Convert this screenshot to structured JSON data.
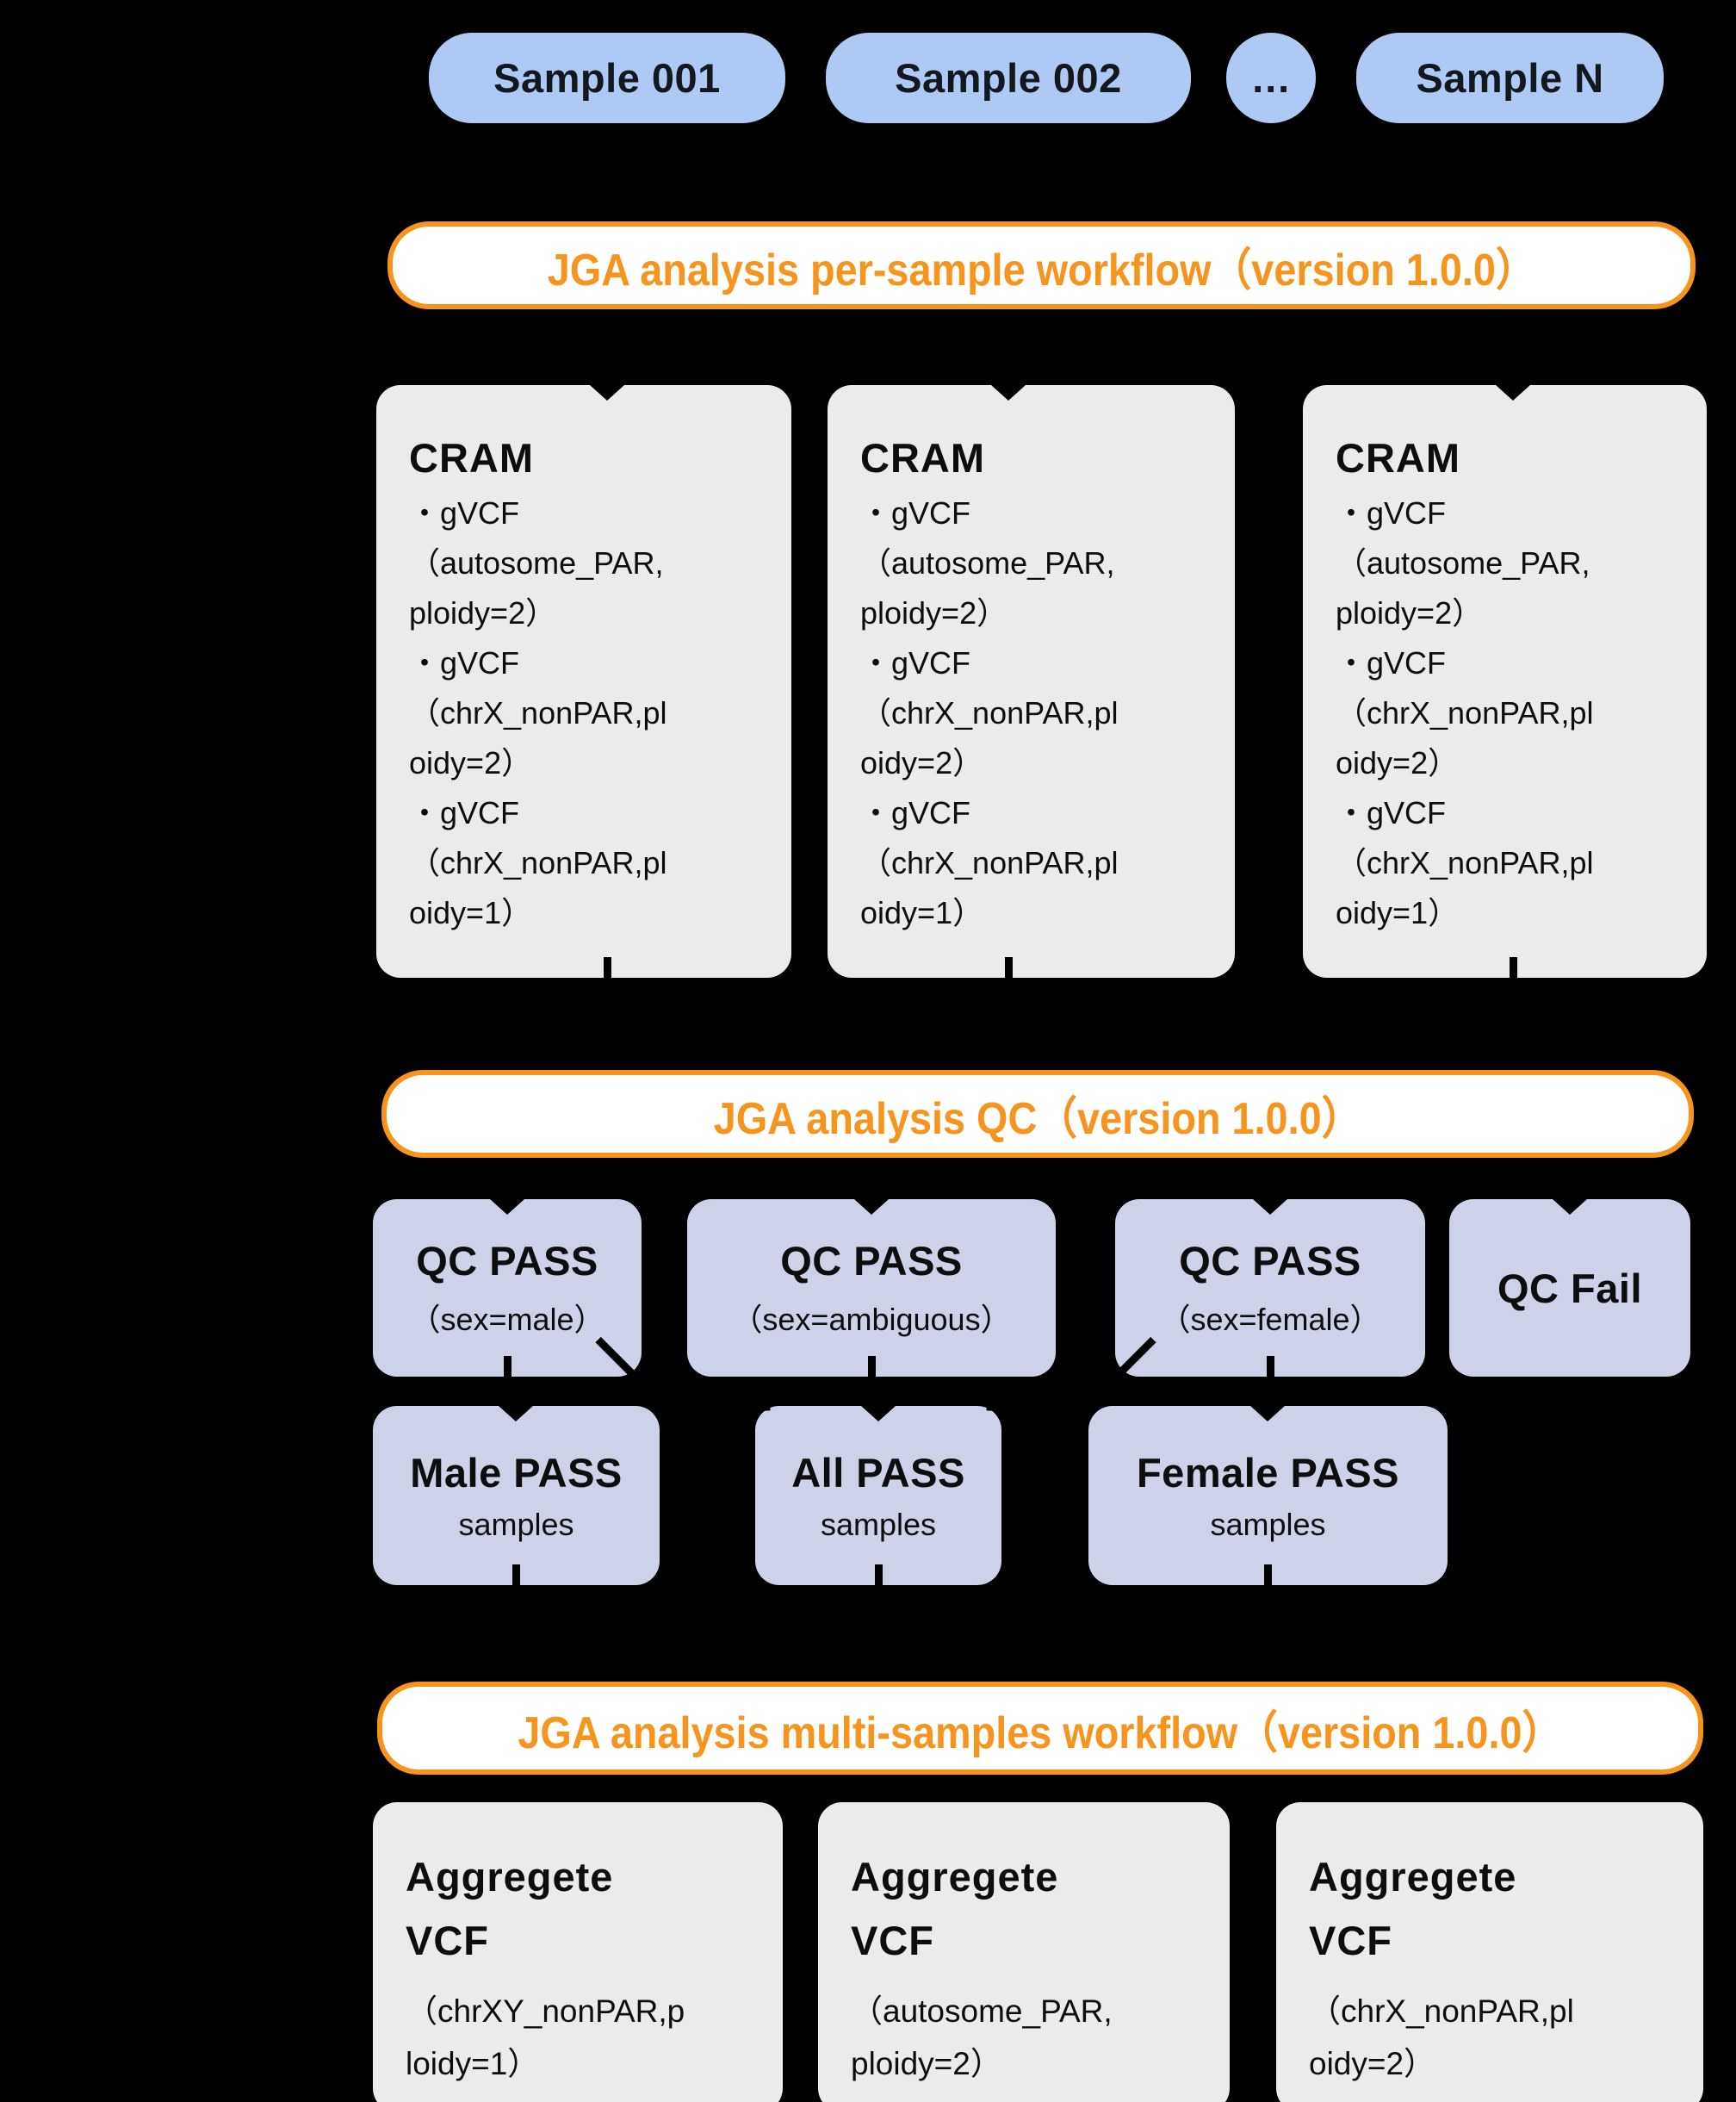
{
  "palette": {
    "background": "#000000",
    "pill_blue": "#adc9f4",
    "file_box_gray": "#ebebeb",
    "qc_box_lavender": "#cdd2e8",
    "accent_orange": "#f7941d",
    "banner_white": "#ffffff",
    "text_black": "#0d0d0d",
    "connector_black": "#000000"
  },
  "pills": [
    {
      "label": "Sample 001"
    },
    {
      "label": "Sample 002"
    },
    {
      "label": "…"
    },
    {
      "label": "Sample N"
    }
  ],
  "sections": {
    "per_sample": {
      "title": "JGA analysis per-sample workflow（version 1.0.0）"
    },
    "qc": {
      "title": "JGA analysis QC（version 1.0.0）"
    },
    "multi_samples": {
      "title": "JGA analysis multi-samples workflow（version 1.0.0）"
    }
  },
  "cram_boxes": [
    {
      "title": "CRAM",
      "body": "・gVCF\n（autosome_PAR,\nploidy=2）\n・gVCF\n（chrX_nonPAR,pl\noidy=2）\n・gVCF\n（chrX_nonPAR,pl\noidy=1）"
    },
    {
      "title": "CRAM",
      "body": "・gVCF\n（autosome_PAR,\nploidy=2）\n・gVCF\n（chrX_nonPAR,pl\noidy=2）\n・gVCF\n（chrX_nonPAR,pl\noidy=1）"
    },
    {
      "title": "CRAM",
      "body": "・gVCF\n（autosome_PAR,\nploidy=2）\n・gVCF\n（chrX_nonPAR,pl\noidy=2）\n・gVCF\n（chrX_nonPAR,pl\noidy=1）"
    }
  ],
  "qc_boxes": [
    {
      "title": "QC PASS",
      "subtitle": "（sex=male）"
    },
    {
      "title": "QC PASS",
      "subtitle": "（sex=ambiguous）"
    },
    {
      "title": "QC PASS",
      "subtitle": "（sex=female）"
    },
    {
      "title": "QC Fail",
      "subtitle": ""
    }
  ],
  "pass_boxes": [
    {
      "title": "Male PASS",
      "subtitle": "samples"
    },
    {
      "title": "All PASS",
      "subtitle": "samples"
    },
    {
      "title": "Female PASS",
      "subtitle": "samples"
    }
  ],
  "aggregate_boxes": [
    {
      "title": "Aggregete\nVCF",
      "body": "（chrXY_nonPAR,p\nloidy=1）"
    },
    {
      "title": "Aggregete\nVCF",
      "body": "（autosome_PAR,\nploidy=2）"
    },
    {
      "title": "Aggregete\nVCF",
      "body": "（chrX_nonPAR,pl\noidy=2）"
    }
  ]
}
